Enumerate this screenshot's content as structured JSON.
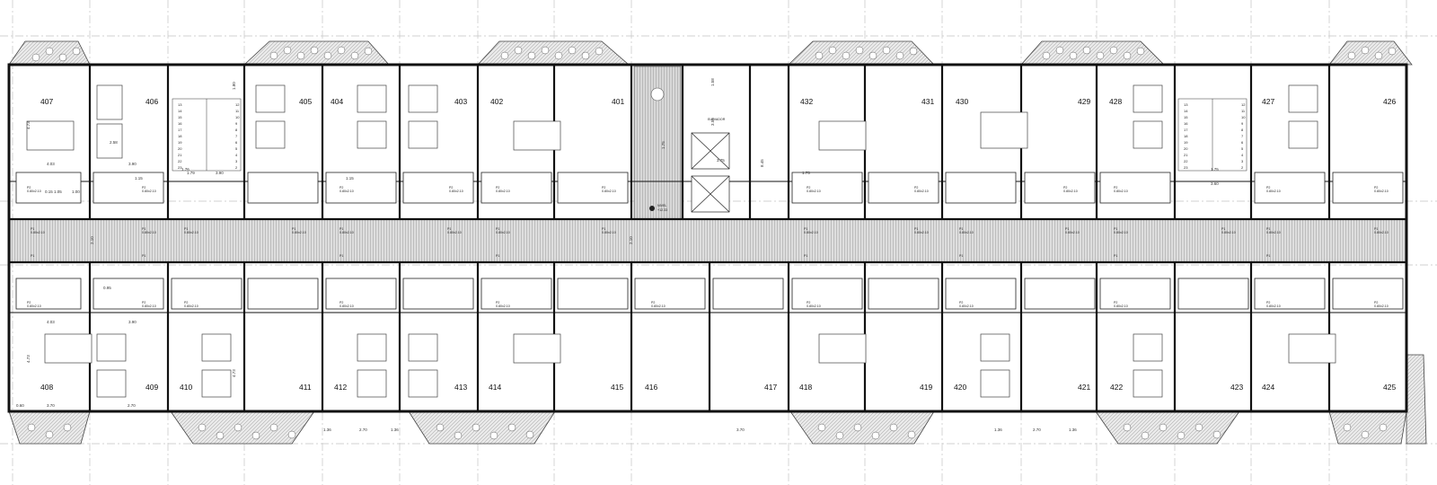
{
  "plan": {
    "rooms_north": [
      "407",
      "406",
      "405",
      "404",
      "403",
      "402",
      "401",
      "432",
      "431",
      "430",
      "429",
      "428",
      "427",
      "426"
    ],
    "rooms_south": [
      "408",
      "409",
      "410",
      "411",
      "412",
      "413",
      "414",
      "415",
      "416",
      "417",
      "418",
      "419",
      "420",
      "421",
      "422",
      "423",
      "424",
      "425"
    ],
    "door_tag_p1": "P1",
    "door_tag_p2": "P2",
    "door_dim": "0.80x2.10",
    "elevator_label": "ELEVADOR",
    "stair_steps": [
      "13",
      "14",
      "15",
      "16",
      "17",
      "18",
      "19",
      "20",
      "21",
      "22",
      "23"
    ],
    "stair_steps_right": [
      "12",
      "11",
      "10",
      "9",
      "8",
      "7",
      "6",
      "5",
      "4",
      "3",
      "2",
      "1"
    ],
    "corridor_width_dim": "2.10",
    "dims_north": [
      "4.73",
      "1.80",
      "4.03",
      "3.90",
      "2.58",
      "1.79",
      "3.90",
      "1.75",
      "1.15"
    ],
    "dims_south": [
      "4.73",
      "1.80",
      "4.03",
      "3.90",
      "3.70",
      "2.70",
      "0.60"
    ],
    "bath_dims": [
      "1.05",
      "1.00",
      "0.15",
      "1.15",
      "0.95"
    ],
    "stair_dims": [
      "1.76",
      "1.75",
      "3.60"
    ],
    "service_dims": [
      "1.58",
      "3.55",
      "3.75",
      "8.45"
    ],
    "balcony_dims": [
      "1.36",
      "2.70",
      "1.36",
      "3.70"
    ],
    "level_label": "NIVEL",
    "level_value": "+12.33"
  }
}
